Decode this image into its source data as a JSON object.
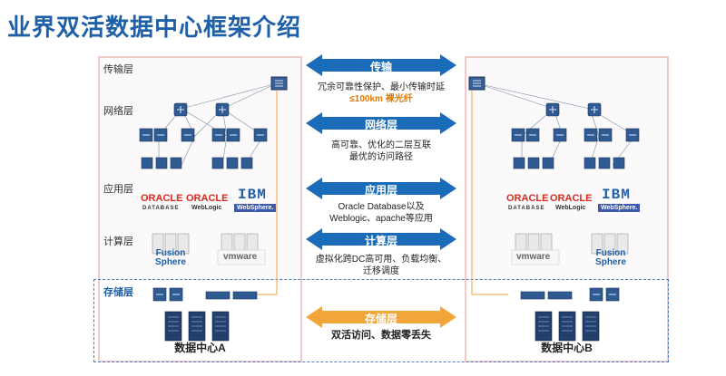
{
  "title": "业界双活数据中心框架介绍",
  "layers": {
    "transport": "传输层",
    "network": "网络层",
    "application": "应用层",
    "compute": "计算层",
    "storage": "存储层"
  },
  "datacenters": {
    "a": "数据中心A",
    "b": "数据中心B"
  },
  "arrows": [
    {
      "label": "传输",
      "desc": [
        "冗余可靠性保护、最小传输时延"
      ],
      "highlight": "≤100km 裸光纤",
      "color": "#1a6cb8"
    },
    {
      "label": "网络层",
      "desc": [
        "高可靠、优化的二层互联",
        "最优的访问路径"
      ],
      "color": "#1a6cb8"
    },
    {
      "label": "应用层",
      "desc": [
        "Oracle Database以及",
        "Weblogic、apache等应用"
      ],
      "color": "#1a6cb8"
    },
    {
      "label": "计算层",
      "desc": [
        "虚拟化跨DC高可用、负载均衡、",
        "迁移调度"
      ],
      "color": "#1a6cb8"
    },
    {
      "label": "存储层",
      "desc": [
        "双活访问、数据零丢失"
      ],
      "color": "#f2a63a"
    }
  ],
  "logos": {
    "oracle": "ORACLE",
    "oracle_db": "DATABASE",
    "weblogic": "WebLogic",
    "ibm": "IBM",
    "websphere": "WebSphere.",
    "fusion1": "Fusion",
    "fusion2": "Sphere",
    "vmware": "vmware"
  },
  "icons": {
    "router": "router-icon",
    "switch": "switch-icon",
    "server": "server-icon",
    "storage": "storage-array-icon"
  }
}
